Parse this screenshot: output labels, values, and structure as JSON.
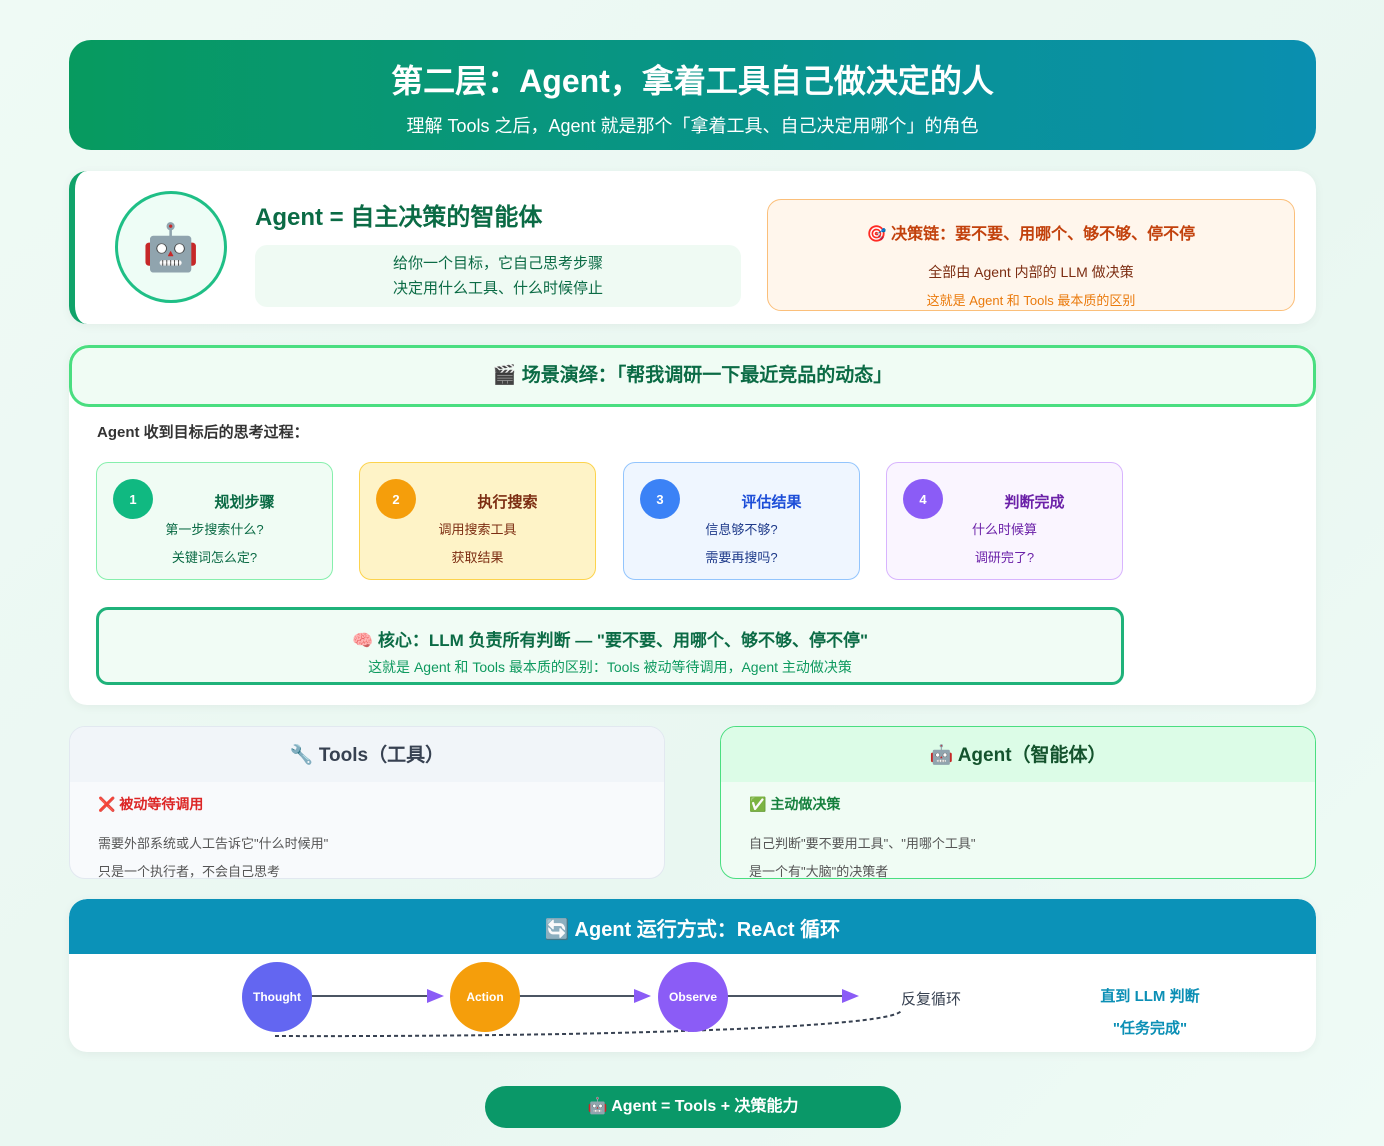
{
  "header": {
    "title": "第二层：Agent，拿着工具自己做决定的人",
    "subtitle": "理解 Tools 之后，Agent 就是那个「拿着工具、自己决定用哪个」的角色"
  },
  "intro": {
    "icon": "robot-icon",
    "title": "Agent = 自主决策的智能体",
    "lines": [
      "给你一个目标，它自己思考步骤",
      "决定用什么工具、什么时候停止"
    ],
    "chain": {
      "title": "🎯 决策链：要不要、用哪个、够不够、停不停",
      "line1": "全部由 Agent 内部的 LLM 做决策",
      "line2": "这就是 Agent 和 Tools 最本质的区别"
    }
  },
  "scene": {
    "title": "🎬 场景演绎：「帮我调研一下最近竞品的动态」",
    "label": "Agent 收到目标后的思考过程：",
    "steps": [
      {
        "num": "1",
        "title": "规划步骤",
        "lines": [
          "第一步搜索什么?",
          "关键词怎么定?"
        ]
      },
      {
        "num": "2",
        "title": "执行搜索",
        "lines": [
          "调用搜索工具",
          "获取结果"
        ]
      },
      {
        "num": "3",
        "title": "评估结果",
        "lines": [
          "信息够不够?",
          "需要再搜吗?"
        ]
      },
      {
        "num": "4",
        "title": "判断完成",
        "lines": [
          "什么时候算",
          "调研完了?"
        ]
      }
    ],
    "core": {
      "title": "🧠 核心：LLM 负责所有判断 — \"要不要、用哪个、够不够、停不停\"",
      "subtitle": "这就是 Agent 和 Tools 最本质的区别：Tools 被动等待调用，Agent 主动做决策"
    }
  },
  "compare": {
    "tools": {
      "title": "🔧 Tools（工具）",
      "point": "❌ 被动等待调用",
      "lines": [
        "需要外部系统或人工告诉它\"什么时候用\"",
        "只是一个执行者，不会自己思考"
      ]
    },
    "agent": {
      "title": "🤖 Agent（智能体）",
      "point": "✅ 主动做决策",
      "lines": [
        "自己判断\"要不要用工具\"、\"用哪个工具\"",
        "是一个有\"大脑\"的决策者"
      ]
    }
  },
  "react": {
    "title": "🔄 Agent 运行方式：ReAct 循环",
    "nodes": [
      "Thought",
      "Action",
      "Observe"
    ],
    "loop": "反复循环",
    "until1": "直到 LLM 判断",
    "until2": "\"任务完成\""
  },
  "footer": {
    "label": "🤖 Agent = Tools + 决策能力"
  }
}
